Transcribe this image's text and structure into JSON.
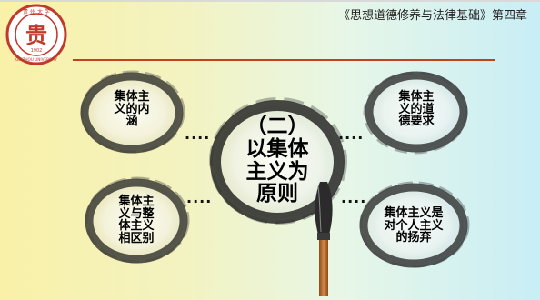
{
  "header": {
    "title": "《思想道德修养与法律基础》第四章"
  },
  "logo": {
    "top_text": "贵州大学",
    "center_char": "贵",
    "year": "1902",
    "bottom_text": "GUIZHOU UNIVERSITY",
    "color": "#c0392b"
  },
  "nodes": {
    "center": "（二）\n以集体\n主义为\n原则",
    "top_left": "集体主\n义的内\n涵",
    "top_right": "集体主\n义的道\n德要求",
    "bottom_left": "集体主\n义与整\n体主义\n相区别",
    "bottom_right": "集体主义是\n对个人主义\n的扬弃"
  },
  "connectors": {
    "dots": "····"
  },
  "colors": {
    "divider": "#c2411f",
    "brush_handle": "#c77a3a",
    "ink": "#1a1a1a"
  }
}
